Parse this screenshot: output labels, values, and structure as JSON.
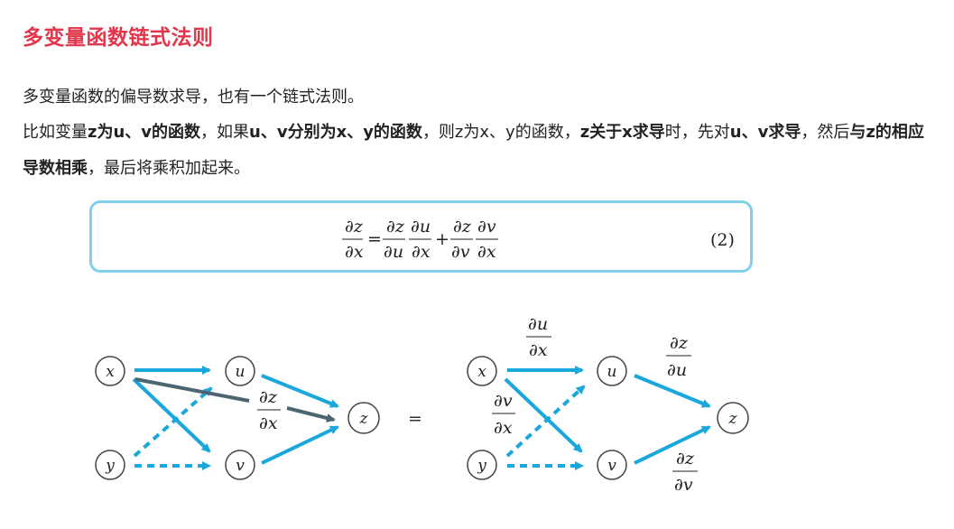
{
  "heading": "多变量函数链式法则",
  "paragraph1": "多变量函数的偏导数求导，也有一个链式法则。",
  "paragraph2": [
    {
      "text": "比如变量",
      "bold": false
    },
    {
      "text": "z为u、v的函数",
      "bold": true
    },
    {
      "text": "，如果",
      "bold": false
    },
    {
      "text": "u、v分别为x、y的函数",
      "bold": true
    },
    {
      "text": "，则z为x、y的函数，",
      "bold": false
    },
    {
      "text": "z关于x求导",
      "bold": true
    },
    {
      "text": "时，先对",
      "bold": false
    },
    {
      "text": "u、v求导",
      "bold": true
    },
    {
      "text": "，然后",
      "bold": false
    },
    {
      "text": "与z的相应导数相乘",
      "bold": true
    },
    {
      "text": "，最后将乘积加起来。",
      "bold": false
    }
  ],
  "formula": {
    "partial": "∂",
    "vars": {
      "z": "z",
      "x": "x",
      "u": "u",
      "v": "v",
      "y": "y"
    },
    "equals": "=",
    "plus": "+",
    "eq_number": "(2)"
  },
  "diagram": {
    "equals": "=",
    "colors": {
      "blue": "#1aa7dc",
      "dark": "#4d6570"
    }
  }
}
